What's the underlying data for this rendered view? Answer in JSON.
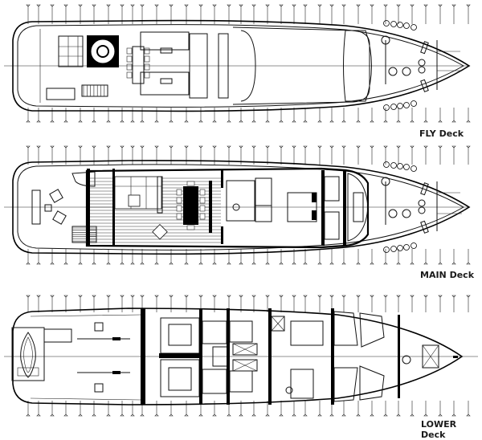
{
  "diagram": {
    "type": "yacht general arrangement plan",
    "decks": [
      {
        "id": "fly",
        "label": "FLY Deck"
      },
      {
        "id": "main",
        "label": "MAIN Deck"
      },
      {
        "id": "lower",
        "label": "LOWER Deck"
      }
    ],
    "frame_stations_x": [
      35,
      48,
      65,
      82,
      100,
      117,
      135,
      152,
      165,
      177,
      195,
      213,
      232,
      250,
      267,
      285,
      300,
      316,
      333,
      350,
      366,
      380,
      398,
      413,
      428,
      446,
      463,
      480,
      496,
      513,
      530,
      548,
      565,
      583
    ],
    "colors": {
      "line": "#000000",
      "background": "#ffffff"
    }
  }
}
